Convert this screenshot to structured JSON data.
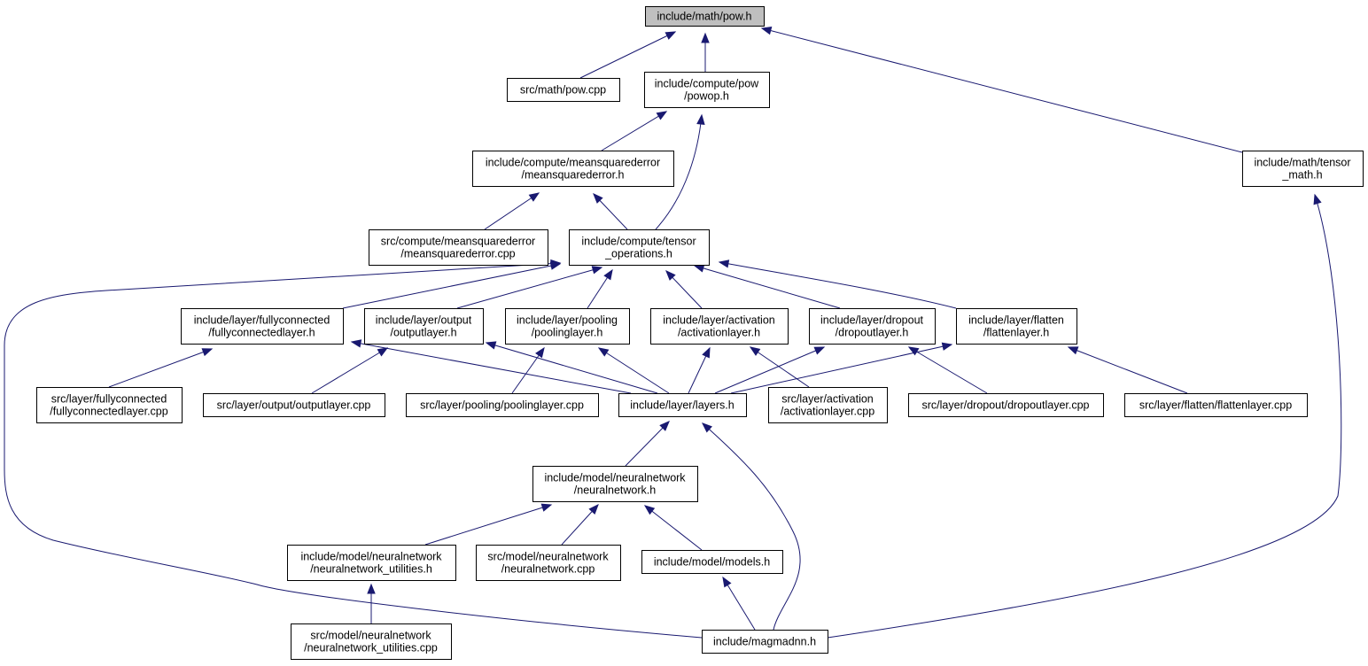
{
  "colors": {
    "edge": "#191970",
    "node_fill": "#ffffff",
    "root_fill": "#bfbfbf",
    "node_border": "#000000"
  },
  "nodes": {
    "root": {
      "lines": [
        "include/math/pow.h"
      ]
    },
    "src_pow": {
      "lines": [
        "src/math/pow.cpp"
      ]
    },
    "powop": {
      "lines": [
        "include/compute/pow",
        "/powop.h"
      ]
    },
    "tensor_math": {
      "lines": [
        "include/math/tensor",
        "_math.h"
      ]
    },
    "mse": {
      "lines": [
        "include/compute/meansquarederror",
        "/meansquarederror.h"
      ]
    },
    "src_mse": {
      "lines": [
        "src/compute/meansquarederror",
        "/meansquarederror.cpp"
      ]
    },
    "tensor_ops": {
      "lines": [
        "include/compute/tensor",
        "_operations.h"
      ]
    },
    "fc": {
      "lines": [
        "include/layer/fullyconnected",
        "/fullyconnectedlayer.h"
      ]
    },
    "output": {
      "lines": [
        "include/layer/output",
        "/outputlayer.h"
      ]
    },
    "pooling": {
      "lines": [
        "include/layer/pooling",
        "/poolinglayer.h"
      ]
    },
    "activation": {
      "lines": [
        "include/layer/activation",
        "/activationlayer.h"
      ]
    },
    "dropout": {
      "lines": [
        "include/layer/dropout",
        "/dropoutlayer.h"
      ]
    },
    "flatten": {
      "lines": [
        "include/layer/flatten",
        "/flattenlayer.h"
      ]
    },
    "src_fc": {
      "lines": [
        "src/layer/fullyconnected",
        "/fullyconnectedlayer.cpp"
      ]
    },
    "src_output": {
      "lines": [
        "src/layer/output/outputlayer.cpp"
      ]
    },
    "src_pooling": {
      "lines": [
        "src/layer/pooling/poolinglayer.cpp"
      ]
    },
    "layers": {
      "lines": [
        "include/layer/layers.h"
      ]
    },
    "src_activation": {
      "lines": [
        "src/layer/activation",
        "/activationlayer.cpp"
      ]
    },
    "src_dropout": {
      "lines": [
        "src/layer/dropout/dropoutlayer.cpp"
      ]
    },
    "src_flatten": {
      "lines": [
        "src/layer/flatten/flattenlayer.cpp"
      ]
    },
    "nn": {
      "lines": [
        "include/model/neuralnetwork",
        "/neuralnetwork.h"
      ]
    },
    "nn_util": {
      "lines": [
        "include/model/neuralnetwork",
        "/neuralnetwork_utilities.h"
      ]
    },
    "src_nn": {
      "lines": [
        "src/model/neuralnetwork",
        "/neuralnetwork.cpp"
      ]
    },
    "models": {
      "lines": [
        "include/model/models.h"
      ]
    },
    "src_nn_util": {
      "lines": [
        "src/model/neuralnetwork",
        "/neuralnetwork_utilities.cpp"
      ]
    },
    "magmadnn": {
      "lines": [
        "include/magmadnn.h"
      ]
    }
  },
  "edges": [
    {
      "from": "src_pow",
      "to": "root"
    },
    {
      "from": "powop",
      "to": "root"
    },
    {
      "from": "tensor_math",
      "to": "root"
    },
    {
      "from": "mse",
      "to": "powop"
    },
    {
      "from": "tensor_ops",
      "to": "powop"
    },
    {
      "from": "magmadnn",
      "to": "tensor_math"
    },
    {
      "from": "src_mse",
      "to": "mse"
    },
    {
      "from": "tensor_ops",
      "to": "mse"
    },
    {
      "from": "fc",
      "to": "tensor_ops"
    },
    {
      "from": "output",
      "to": "tensor_ops"
    },
    {
      "from": "pooling",
      "to": "tensor_ops"
    },
    {
      "from": "activation",
      "to": "tensor_ops"
    },
    {
      "from": "dropout",
      "to": "tensor_ops"
    },
    {
      "from": "flatten",
      "to": "tensor_ops"
    },
    {
      "from": "magmadnn",
      "to": "tensor_ops"
    },
    {
      "from": "src_fc",
      "to": "fc"
    },
    {
      "from": "layers",
      "to": "fc"
    },
    {
      "from": "src_output",
      "to": "output"
    },
    {
      "from": "layers",
      "to": "output"
    },
    {
      "from": "src_pooling",
      "to": "pooling"
    },
    {
      "from": "layers",
      "to": "pooling"
    },
    {
      "from": "layers",
      "to": "activation"
    },
    {
      "from": "src_activation",
      "to": "activation"
    },
    {
      "from": "layers",
      "to": "dropout"
    },
    {
      "from": "src_dropout",
      "to": "dropout"
    },
    {
      "from": "layers",
      "to": "flatten"
    },
    {
      "from": "src_flatten",
      "to": "flatten"
    },
    {
      "from": "nn",
      "to": "layers"
    },
    {
      "from": "magmadnn",
      "to": "layers"
    },
    {
      "from": "nn_util",
      "to": "nn"
    },
    {
      "from": "src_nn",
      "to": "nn"
    },
    {
      "from": "models",
      "to": "nn"
    },
    {
      "from": "src_nn_util",
      "to": "nn_util"
    },
    {
      "from": "magmadnn",
      "to": "models"
    }
  ]
}
